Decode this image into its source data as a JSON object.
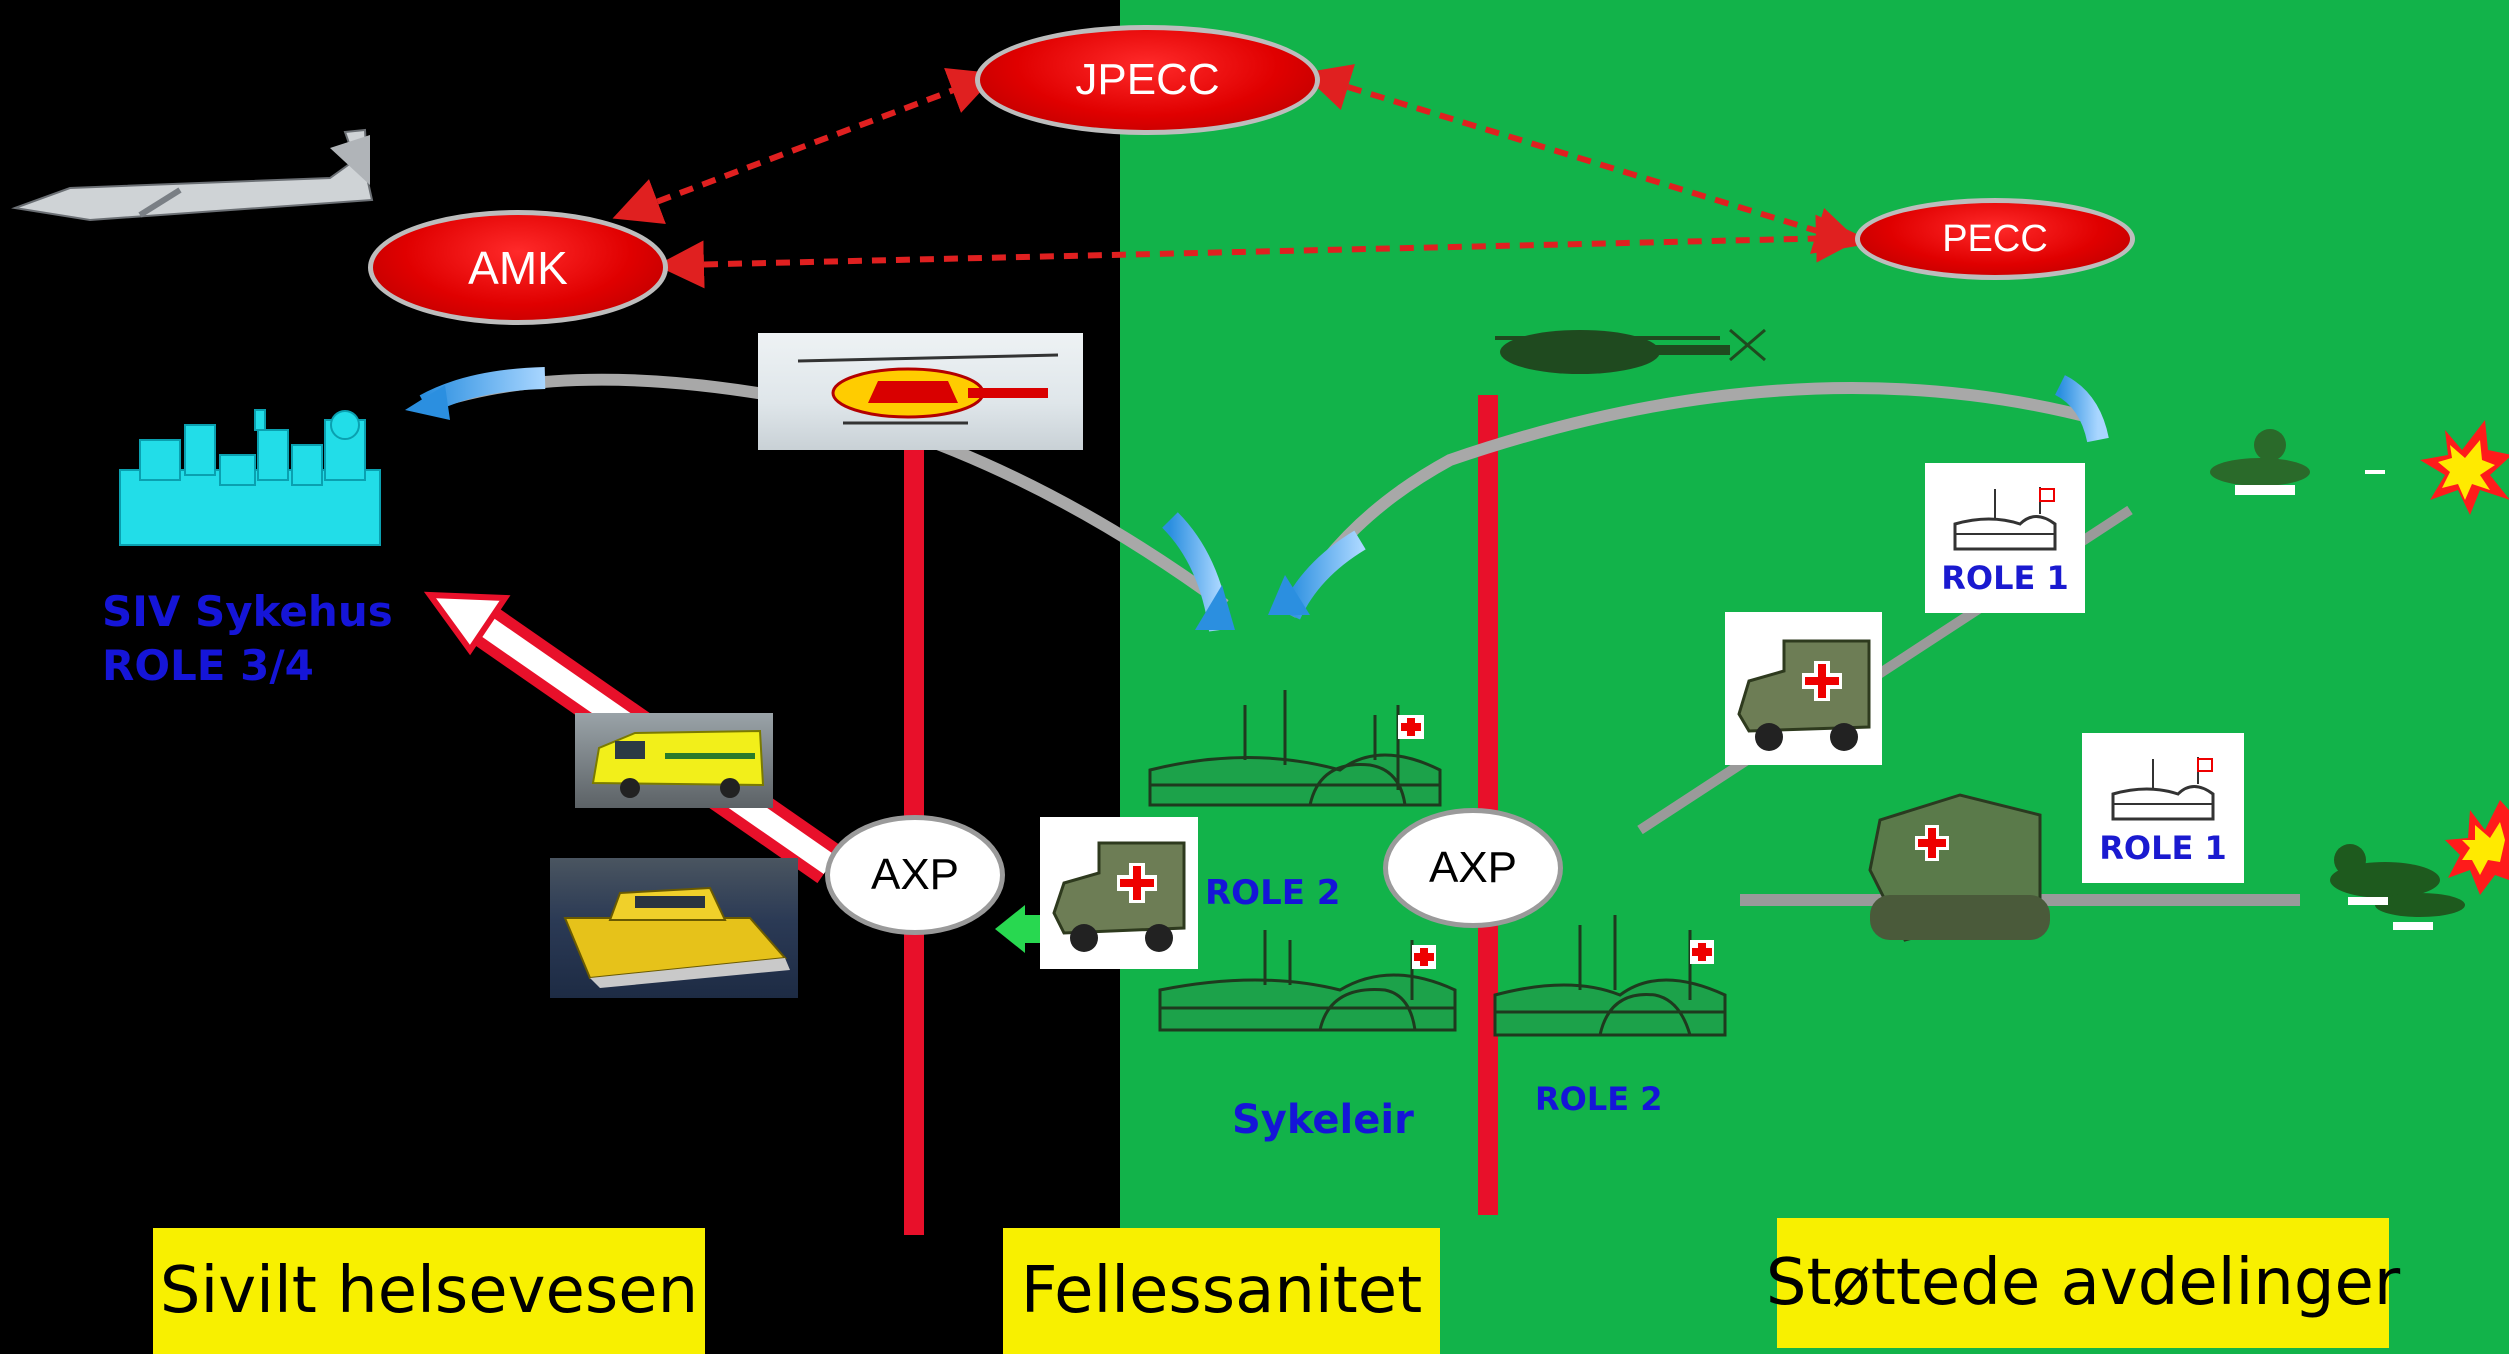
{
  "nodes": {
    "jpecc": "JPECC",
    "amk": "AMK",
    "pecc": "PECC",
    "axp_left": "AXP",
    "axp_right": "AXP"
  },
  "labels": {
    "siv_line1": "SIV Sykehus",
    "siv_line2": "ROLE 3/4",
    "role2_top": "ROLE 2",
    "role2_bottom": "ROLE 2",
    "sykeleir": "Sykeleir",
    "role1_top": "ROLE 1",
    "role1_bottom": "ROLE 1"
  },
  "zones": {
    "civil": "Sivilt helsevesen",
    "joint": "Fellessanitet",
    "supported": "Støttede avdelinger"
  },
  "colors": {
    "background_left": "#000000",
    "background_right": "#12b34a",
    "node_red": "#e00000",
    "divider_red": "#e8102a",
    "label_yellow": "#f8f000",
    "label_blue": "#1515d8",
    "arrow_blue": "#3aa0e8",
    "arrow_grey": "#a8a8a8"
  }
}
